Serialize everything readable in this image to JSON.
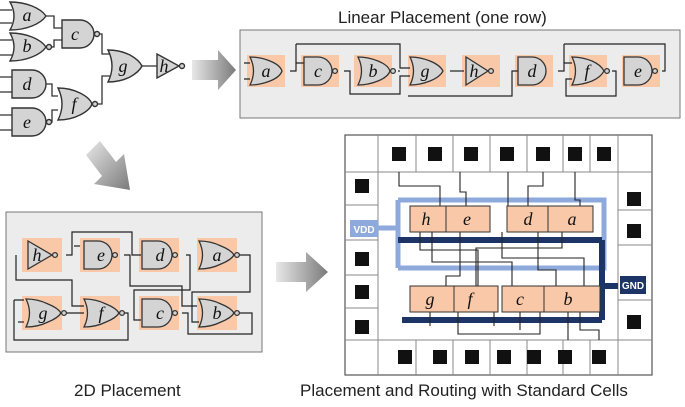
{
  "captions": {
    "linear": "Linear Placement (one row)",
    "twod": "2D Placement",
    "routing": "Placement and Routing with Standard Cells"
  },
  "schematic_gates": {
    "a": "a",
    "b": "b",
    "c": "c",
    "d": "d",
    "e": "e",
    "f": "f",
    "g": "g",
    "h": "h"
  },
  "linear_row": [
    "a",
    "c",
    "b",
    "g",
    "h",
    "d",
    "f",
    "e"
  ],
  "grid_2d": {
    "row1": [
      "h",
      "e",
      "d",
      "a"
    ],
    "row2": [
      "g",
      "f",
      "c",
      "b"
    ]
  },
  "routing": {
    "top_row": [
      "h",
      "e",
      "d",
      "a"
    ],
    "bottom_row": [
      "g",
      "f",
      "c",
      "b"
    ],
    "vdd_label": "VDD",
    "gnd_label": "GND"
  },
  "colors": {
    "gate_fill": "#d4d4d4",
    "cell_fill": "#f8c8a8",
    "panel_bg": "#ececec",
    "vdd_rail": "#8eaadc",
    "gnd_rail": "#1d3566",
    "arrow": "#8c8c8c"
  }
}
